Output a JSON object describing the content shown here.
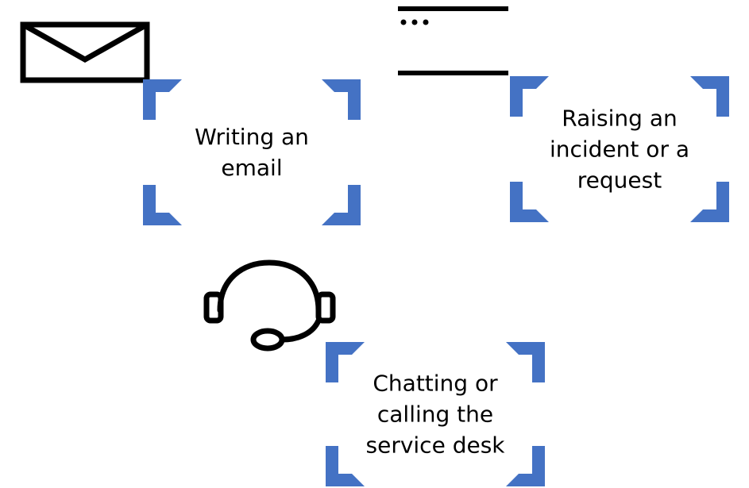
{
  "accent_color": "#4472C4",
  "cards": [
    {
      "id": "email",
      "label": "Writing an\nemail",
      "icon": "envelope-icon"
    },
    {
      "id": "request",
      "label": "Raising an\nincident or a\nrequest",
      "icon": "form-icon"
    },
    {
      "id": "chat",
      "label": "Chatting or\ncalling the\nservice desk",
      "icon": "headset-icon"
    }
  ]
}
